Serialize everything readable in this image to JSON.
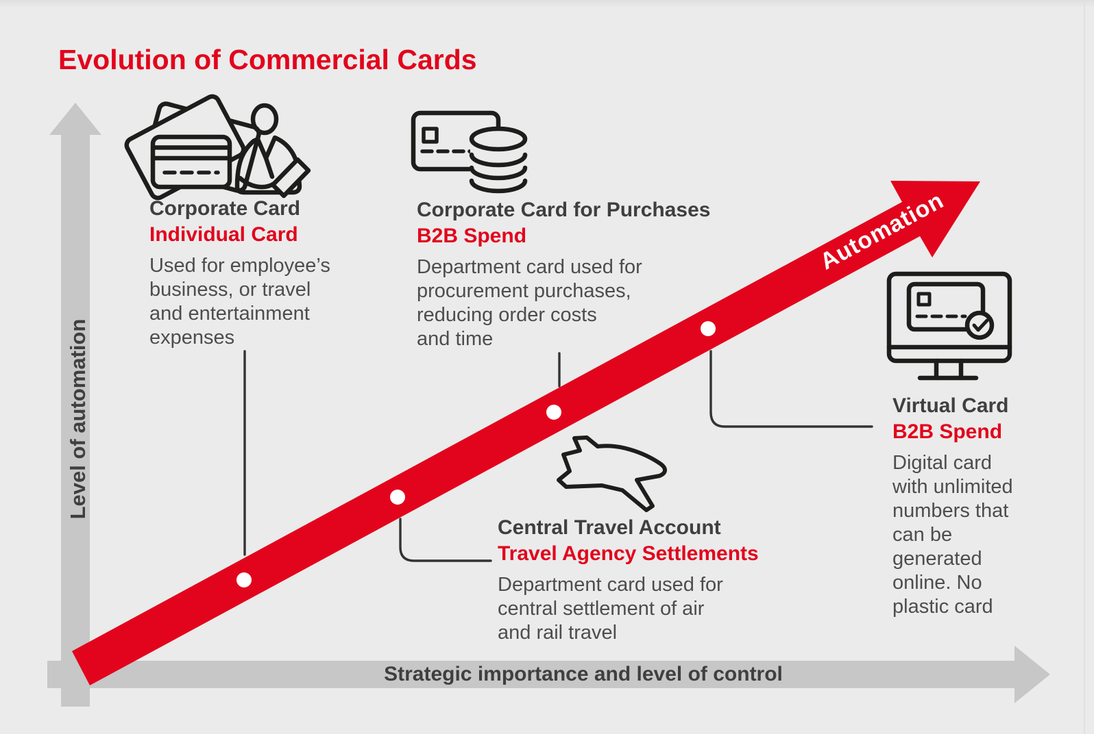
{
  "title": "Evolution of Commercial Cards",
  "colors": {
    "background": "#ebebeb",
    "accent_red": "#e2041c",
    "heading_gray": "#3f3f3f",
    "body_gray": "#4d4d4d",
    "axis_gray": "#c7c7c7",
    "icon_stroke": "#1d1d1b",
    "dot_white": "#ffffff"
  },
  "axes": {
    "y_label": "Level of automation",
    "x_label": "Strategic importance and level of control"
  },
  "arrow": {
    "label": "Automation"
  },
  "stages": [
    {
      "icon": "credit-cards-person-icon",
      "title": "Corporate Card",
      "subtitle": "Individual Card",
      "description": "Used for employee’s\nbusiness, or travel\nand entertainment\nexpenses"
    },
    {
      "icon": "airplane-icon",
      "title": "Central Travel Account",
      "subtitle": "Travel Agency Settlements",
      "description": "Department card used for\ncentral settlement of air\nand rail travel"
    },
    {
      "icon": "credit-card-coins-icon",
      "title": "Corporate Card for Purchases",
      "subtitle": "B2B Spend",
      "description": "Department card used for\nprocurement purchases,\nreducing order costs\nand time"
    },
    {
      "icon": "virtual-card-monitor-icon",
      "title": "Virtual Card",
      "subtitle": "B2B Spend",
      "description": "Digital card\nwith unlimited\nnumbers that\ncan be\ngenerated\nonline. No\nplastic card"
    }
  ]
}
